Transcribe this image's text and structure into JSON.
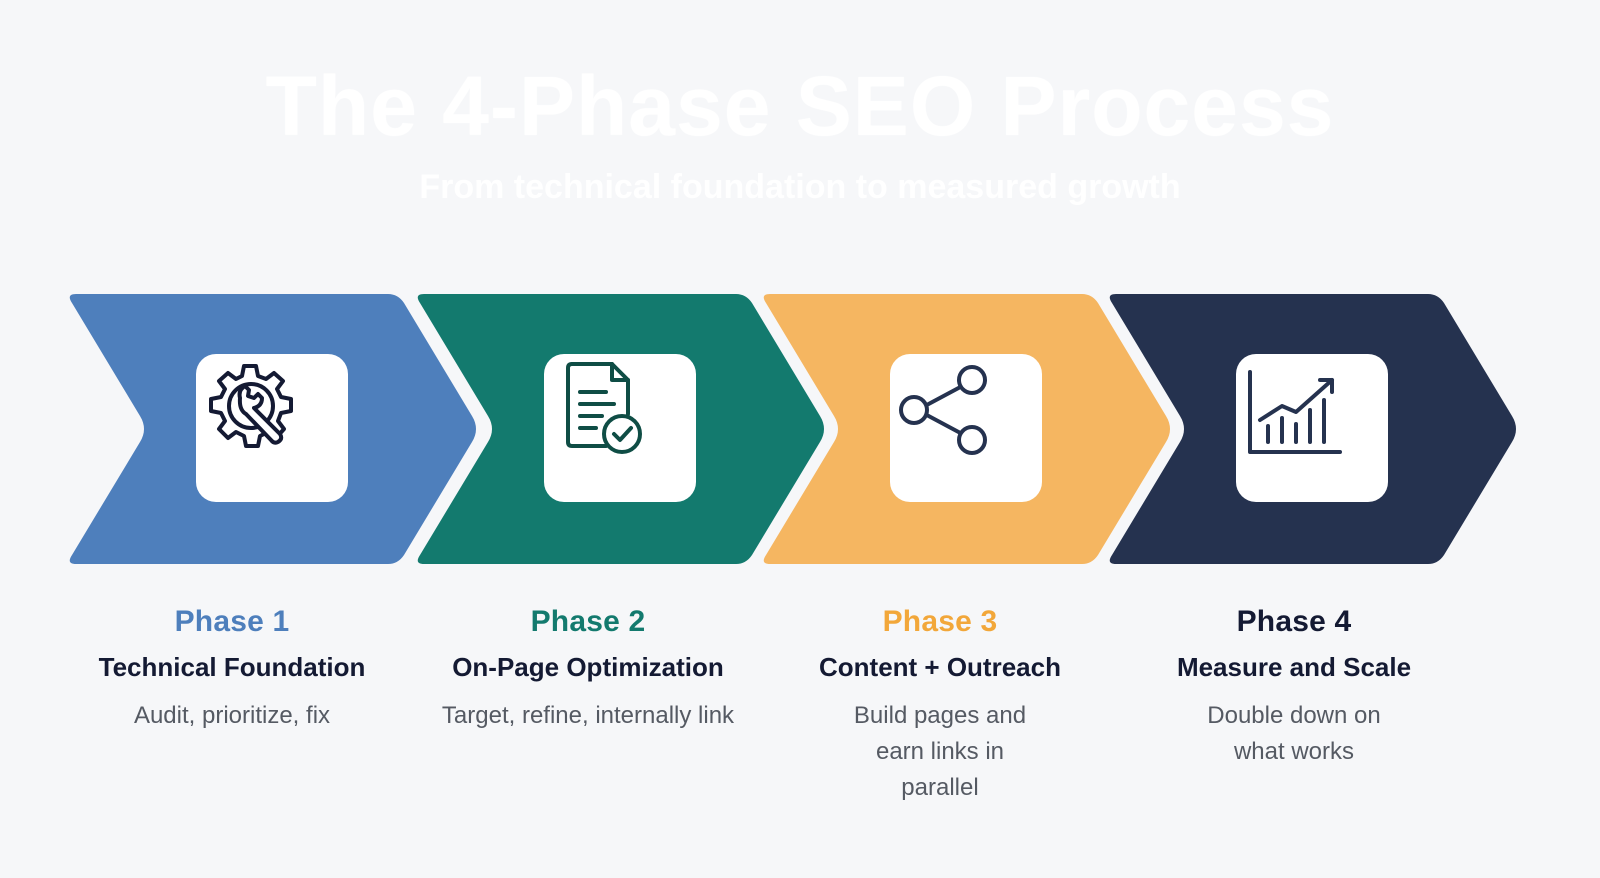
{
  "header": {
    "title": "The 4-Phase SEO Process",
    "subtitle": "From technical foundation to measured growth"
  },
  "phases": [
    {
      "label": "Phase 1",
      "name": "Technical Foundation",
      "description": "Audit, prioritize, fix",
      "color": "#4e7fbc",
      "icon": "gear-wrench-icon"
    },
    {
      "label": "Phase 2",
      "name": "On-Page Optimization",
      "description": "Target, refine, internally link",
      "color": "#137a6e",
      "icon": "document-check-icon"
    },
    {
      "label": "Phase 3",
      "name": "Content + Outreach",
      "description": "Build pages and earn links in parallel",
      "color": "#f5b661",
      "label_color": "#f2a73a",
      "icon": "share-icon"
    },
    {
      "label": "Phase 4",
      "name": "Measure and Scale",
      "description": "Double down on what works",
      "color": "#25324f",
      "label_color": "#141a33",
      "icon": "growth-chart-icon"
    }
  ]
}
